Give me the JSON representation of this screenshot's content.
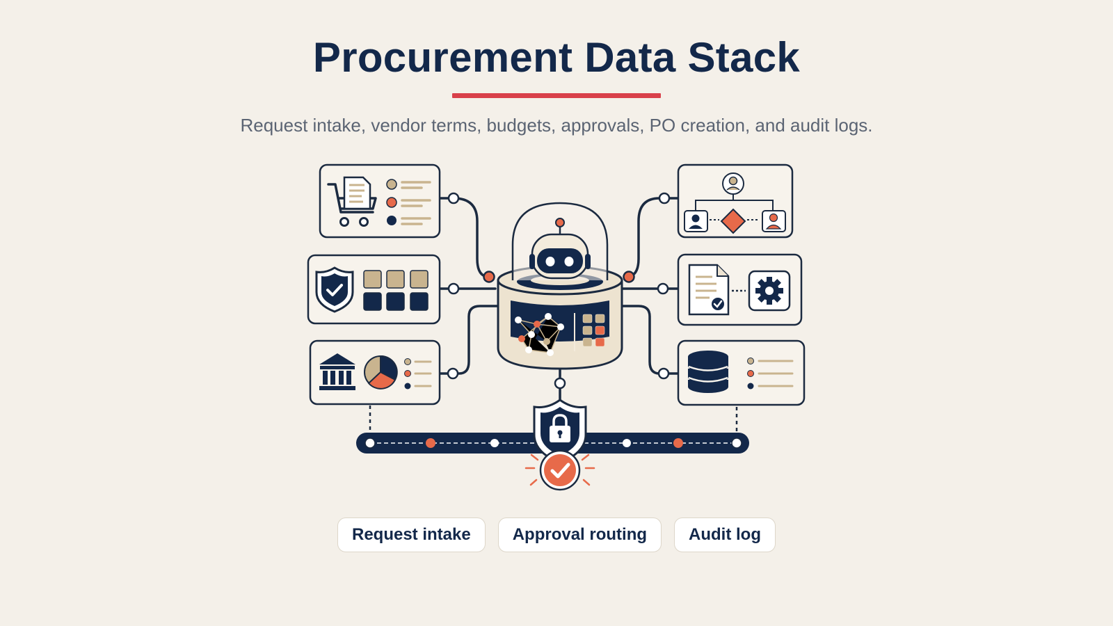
{
  "title": "Procurement Data Stack",
  "subtitle": "Request intake, vendor terms, budgets, approvals, PO creation, and audit logs.",
  "chips": [
    "Request intake",
    "Approval routing",
    "Audit log"
  ],
  "colors": {
    "navy": "#13284a",
    "accent": "#e76a4a",
    "tan": "#c9b48f",
    "background": "#f4f0e9",
    "title_rule": "#d9404a"
  },
  "diagram": {
    "center": "robot-data-hub",
    "modules_left": [
      "shopping-cart-document-icon",
      "shield-check-grid-icon",
      "bank-pie-chart-icon"
    ],
    "modules_right": [
      "approval-flow-icon",
      "document-gear-icon",
      "database-list-icon"
    ],
    "bottom": [
      "audit-pipeline",
      "lock-shield-icon",
      "checkmark-badge-icon"
    ]
  }
}
